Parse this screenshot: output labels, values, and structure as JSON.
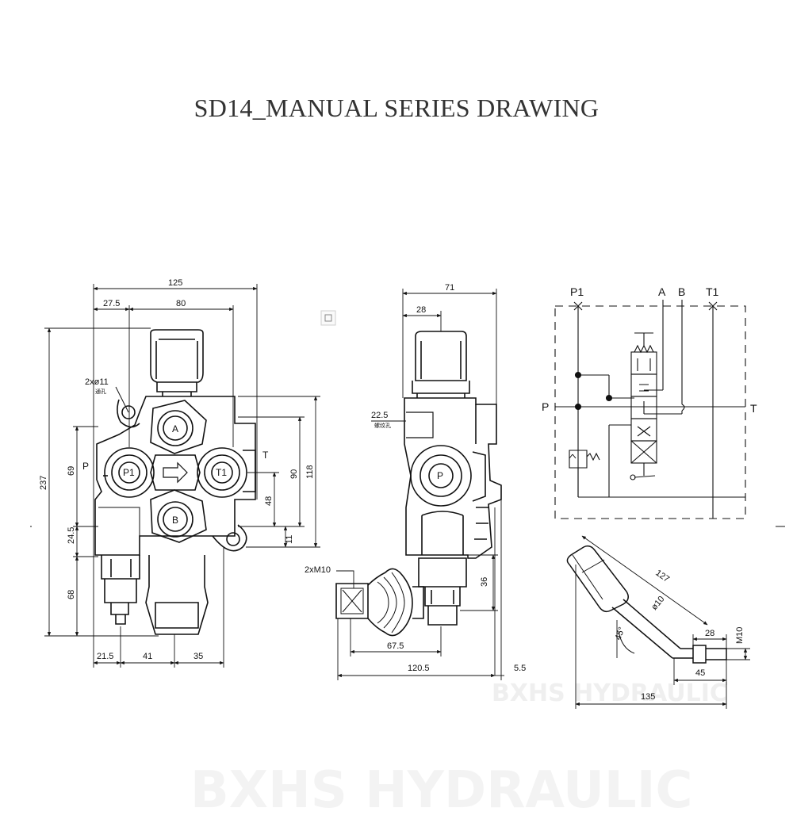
{
  "title": "SD14_MANUAL SERIES DRAWING",
  "watermark": {
    "large": "BXHS HYDRAULIC",
    "small": "BXHS HYDRAULIC"
  },
  "front_view": {
    "ports": {
      "A": "A",
      "B": "B",
      "P1": "P1",
      "T1": "T1",
      "P": "P",
      "T": "T"
    },
    "callout_holes": "2xø11",
    "callout_holes_note": "通孔",
    "dims": {
      "top_total": "125",
      "top_left": "27.5",
      "top_mid": "80",
      "h_total": "237",
      "h_p": "69",
      "h_245": "24.5",
      "h_68": "68",
      "r_90": "90",
      "r_118": "118",
      "r_48": "48",
      "r_11": "11",
      "b_215": "21.5",
      "b_41": "41",
      "b_35": "35"
    }
  },
  "side_view": {
    "port_p": "P",
    "callout_thread": "2xM10",
    "dims": {
      "top_71": "71",
      "top_28": "28",
      "d_225": "22.5",
      "d_225_note": "螺纹孔",
      "d_36": "36",
      "d_675": "67.5",
      "d_1205": "120.5",
      "d_55": "5.5"
    }
  },
  "schematic": {
    "labels": {
      "P1": "P1",
      "A": "A",
      "B": "B",
      "T1": "T1",
      "P": "P",
      "T": "T"
    }
  },
  "handle": {
    "dims": {
      "len": "127",
      "dia": "ø10",
      "angle": "45°",
      "d28": "28",
      "thread": "M10",
      "d45": "45",
      "d135": "135"
    }
  }
}
